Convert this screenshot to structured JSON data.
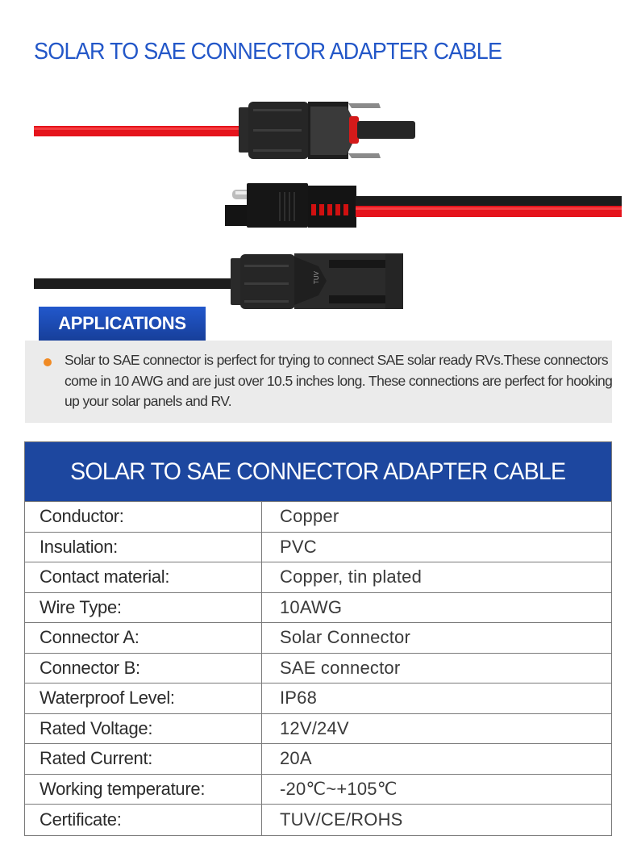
{
  "page_title": "SOLAR TO SAE CONNECTOR ADAPTER CABLE",
  "illustration": {
    "items": [
      {
        "name": "solar-connector-female",
        "wire_color": "red"
      },
      {
        "name": "sae-connector",
        "wire_colors": [
          "black",
          "red"
        ]
      },
      {
        "name": "solar-connector-male",
        "wire_color": "black",
        "marking": "TUV"
      }
    ]
  },
  "applications": {
    "tab_label": "APPLICATIONS",
    "bullet_icon": "orange-dot-icon",
    "text": "Solar to SAE connector is perfect for trying to connect SAE solar ready RVs.These connectors come in 10 AWG and are just over 10.5 inches long. These connections are perfect for hooking up your solar panels and RV."
  },
  "spec_table": {
    "title": "SOLAR TO SAE CONNECTOR ADAPTER CABLE",
    "rows": [
      {
        "key": "Conductor:",
        "value": "Copper"
      },
      {
        "key": "Insulation:",
        "value": "PVC"
      },
      {
        "key": "Contact material:",
        "value": "Copper, tin plated"
      },
      {
        "key": "Wire Type:",
        "value": "10AWG"
      },
      {
        "key": "Connector A:",
        "value": "Solar Connector"
      },
      {
        "key": "Connector B:",
        "value": "SAE connector"
      },
      {
        "key": "Waterproof Level:",
        "value": "IP68"
      },
      {
        "key": "Rated Voltage:",
        "value": "12V/24V"
      },
      {
        "key": "Rated Current:",
        "value": "20A"
      },
      {
        "key": "Working temperature:",
        "value": "-20℃~+105℃"
      },
      {
        "key": "Certificate:",
        "value": "TUV/CE/ROHS"
      }
    ]
  },
  "colors": {
    "title_blue": "#2357c8",
    "header_blue": "#1d479f",
    "bullet_orange": "#f08a24",
    "box_gray": "#ebebeb"
  }
}
